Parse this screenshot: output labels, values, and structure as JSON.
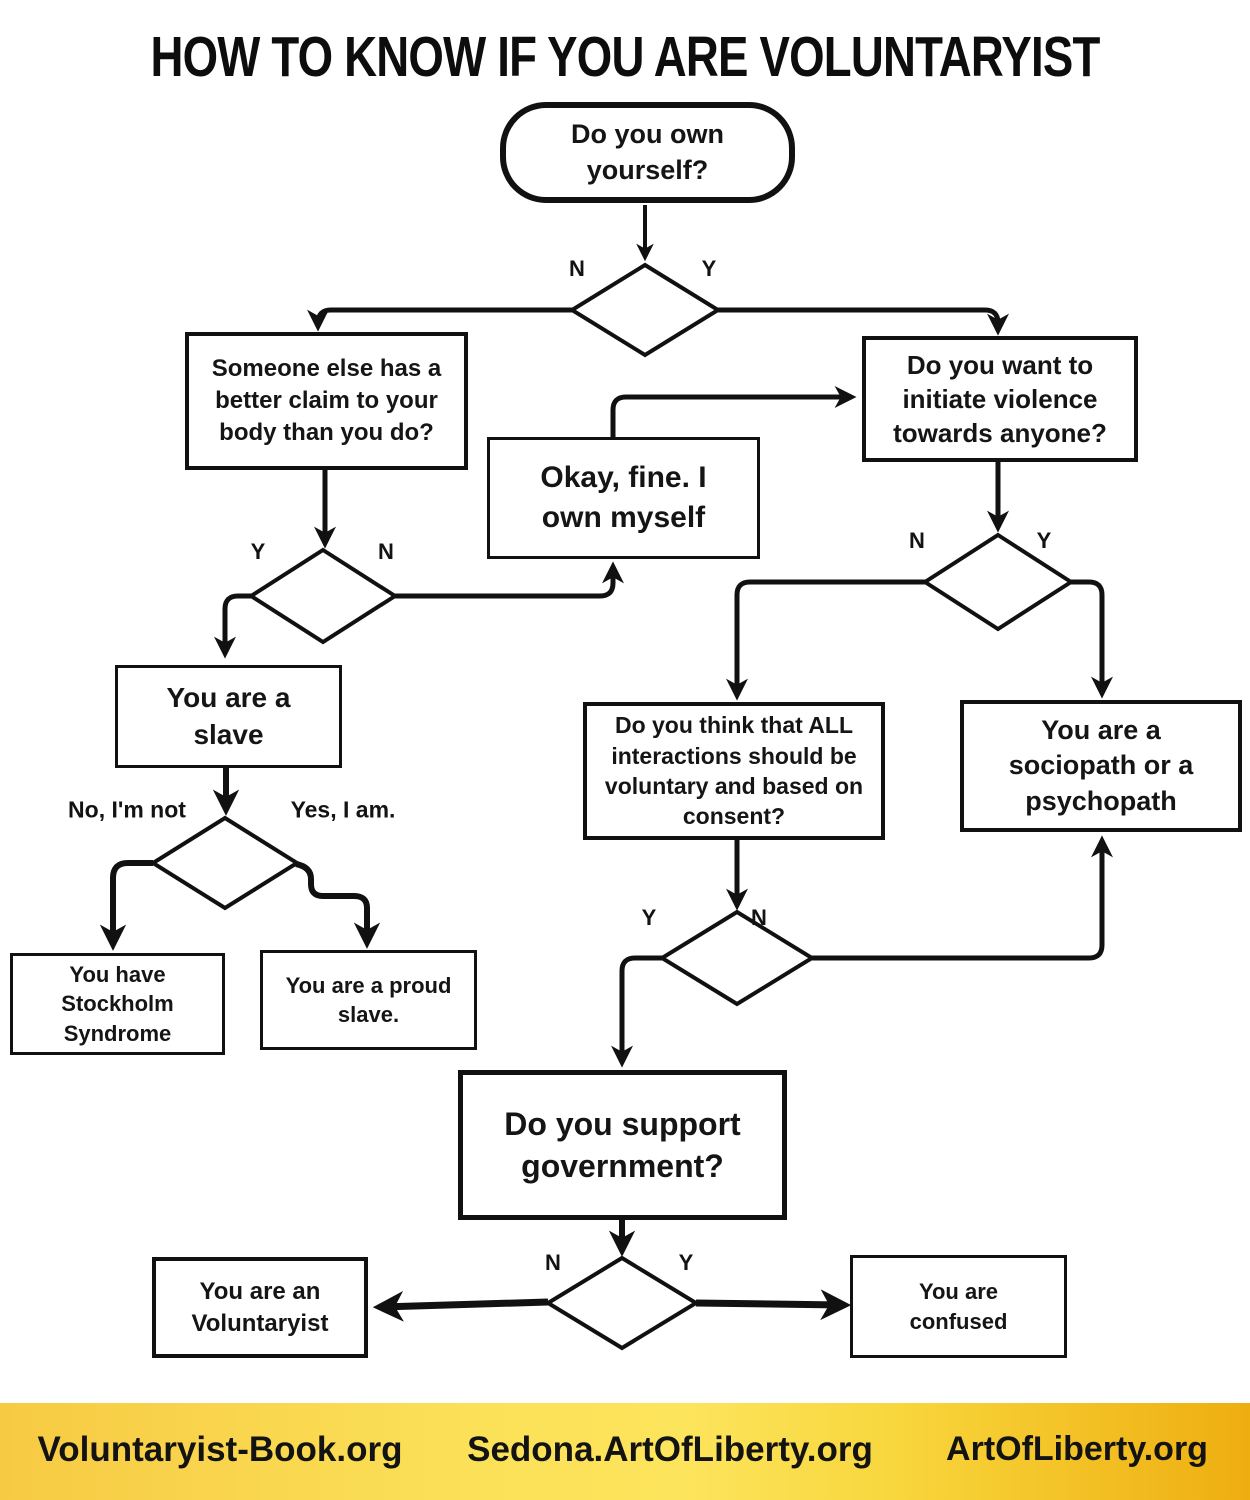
{
  "title": "HOW TO KNOW IF YOU ARE VOLUNTARYIST",
  "nodes": {
    "start": "Do you own\nyourself?",
    "claim": "Someone else has a\nbetter claim to your\nbody than you do?",
    "violence": "Do you want to\ninitiate violence\ntowards anyone?",
    "okay": "Okay, fine. I\nown myself",
    "slave": "You are a\nslave",
    "stockholm": "You have\nStockholm\nSyndrome",
    "proud": "You are a proud\nslave.",
    "consent": "Do you think that ALL\ninteractions should be\nvoluntary and based on\nconsent?",
    "sociopath": "You are a\nsociopath or a\npsychopath",
    "government": "Do you support\ngovernment?",
    "voluntaryist": "You are an\nVoluntaryist",
    "confused": "You are\nconfused"
  },
  "edges": {
    "d1_left": "N",
    "d1_right": "Y",
    "d2_left": "Y",
    "d2_right": "N",
    "d3_left": "No, I'm not",
    "d3_right": "Yes, I am.",
    "d4_left": "N",
    "d4_right": "Y",
    "d5_left": "Y",
    "d5_right": "N",
    "d6_left": "N",
    "d6_right": "Y"
  },
  "footer": {
    "links": [
      "Voluntaryist-Book.org",
      "Sedona.ArtOfLiberty.org",
      "ArtOfLiberty.org"
    ],
    "background": "#fbdd4d"
  },
  "colors": {
    "line": "#111111",
    "page_background": "#ffffff",
    "node_background": "#ffffff"
  }
}
